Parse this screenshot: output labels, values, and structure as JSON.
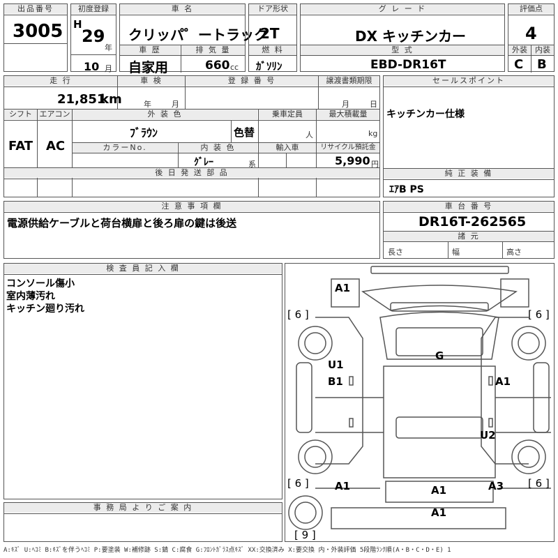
{
  "header": {
    "lot_label": "出品番号",
    "lot_value": "3005",
    "first_reg_label": "初度登録",
    "era": "H",
    "year": "29",
    "year_unit": "年",
    "month": "10",
    "month_unit": "月",
    "name_label": "車 名",
    "name_value": "クリッパ゜ートラック",
    "history_label": "車 歴",
    "history_value": "自家用",
    "displacement_label": "排 気 量",
    "displacement_value": "660",
    "displacement_unit": "cc",
    "door_label": "ドア形状",
    "door_value": "2T",
    "fuel_label": "燃 料",
    "fuel_value": "ｶﾞｿﾘﾝ",
    "grade_label": "グ レ ー ド",
    "grade_value": "DX キッチンカー",
    "model_label": "型 式",
    "model_value": "EBD-DR16T",
    "score_label": "評価点",
    "score_value": "4",
    "exterior_label": "外装",
    "exterior_value": "C",
    "interior_label": "内装",
    "interior_value": "B"
  },
  "details": {
    "mileage_label": "走 行",
    "mileage_value": "21,851",
    "mileage_unit": "km",
    "inspection_label": "車 検",
    "insp_year_unit": "年",
    "insp_month_unit": "月",
    "reg_no_label": "登 録 番 号",
    "transfer_label": "譲渡書類期限",
    "transfer_month_unit": "月",
    "transfer_day_unit": "日",
    "shift_label": "シフト",
    "shift_value": "FAT",
    "ac_label": "エアコン",
    "ac_value": "AC",
    "ext_color_label": "外 装 色",
    "ext_color_value": "ﾌﾞﾗｳﾝ",
    "color_change": "色替",
    "capacity_label": "乗車定員",
    "capacity_unit": "人",
    "max_load_label": "最大積載量",
    "max_load_unit": "kg",
    "color_no_label": "カラーNo.",
    "int_color_label": "内 装 色",
    "int_color_value": "ｸﾞﾚｰ",
    "int_color_unit": "系",
    "import_label": "輸入車",
    "recycle_label": "リサイクル預託金",
    "recycle_value": "5,990",
    "recycle_unit": "円",
    "later_parts_label": "後 日 発 送 部 品"
  },
  "sales": {
    "label": "セールスポイント",
    "value": "キッチンカー仕様",
    "equipment_label": "純 正 装 備",
    "equipment_value": "ｴｱB PS"
  },
  "notes": {
    "label": "注 意 事 項 欄",
    "value": "電源供給ケーブルと荷台横扉と後ろ扉の鍵は後送"
  },
  "chassis": {
    "label": "車 台 番 号",
    "value": "DR16T-262565",
    "dims_label": "諸 元",
    "length_label": "長さ",
    "width_label": "幅",
    "height_label": "高さ"
  },
  "inspector": {
    "label": "検 査 員 記 入 欄",
    "lines": [
      "コンソール傷小",
      "室内薄汚れ",
      "キッチン廻り汚れ"
    ]
  },
  "office": {
    "label": "事 務 局 よ り ご 案 内"
  },
  "diagram": {
    "marks": [
      "A1",
      "G",
      "U1",
      "B1",
      "A1",
      "U2",
      "A1",
      "A1",
      "A3",
      "A1"
    ],
    "tires": [
      "[ 6 ]",
      "[ 6 ]",
      "[ 6 ]",
      "[ 6 ]",
      "[ 9 ]"
    ]
  },
  "legend": "A:ｷｽﾞ U:ﾍｺﾐ B:ｷｽﾞを伴うﾍｺﾐ P:要塗装 W:補修跡 S:錆 C:腐食 G:ﾌﾛﾝﾄｶﾞﾗｽ点ｷｽﾞ XX:交換済み X:要交換 内・外装評価 5段階ﾗﾝｸ順(A・B・C・D・E) 1"
}
